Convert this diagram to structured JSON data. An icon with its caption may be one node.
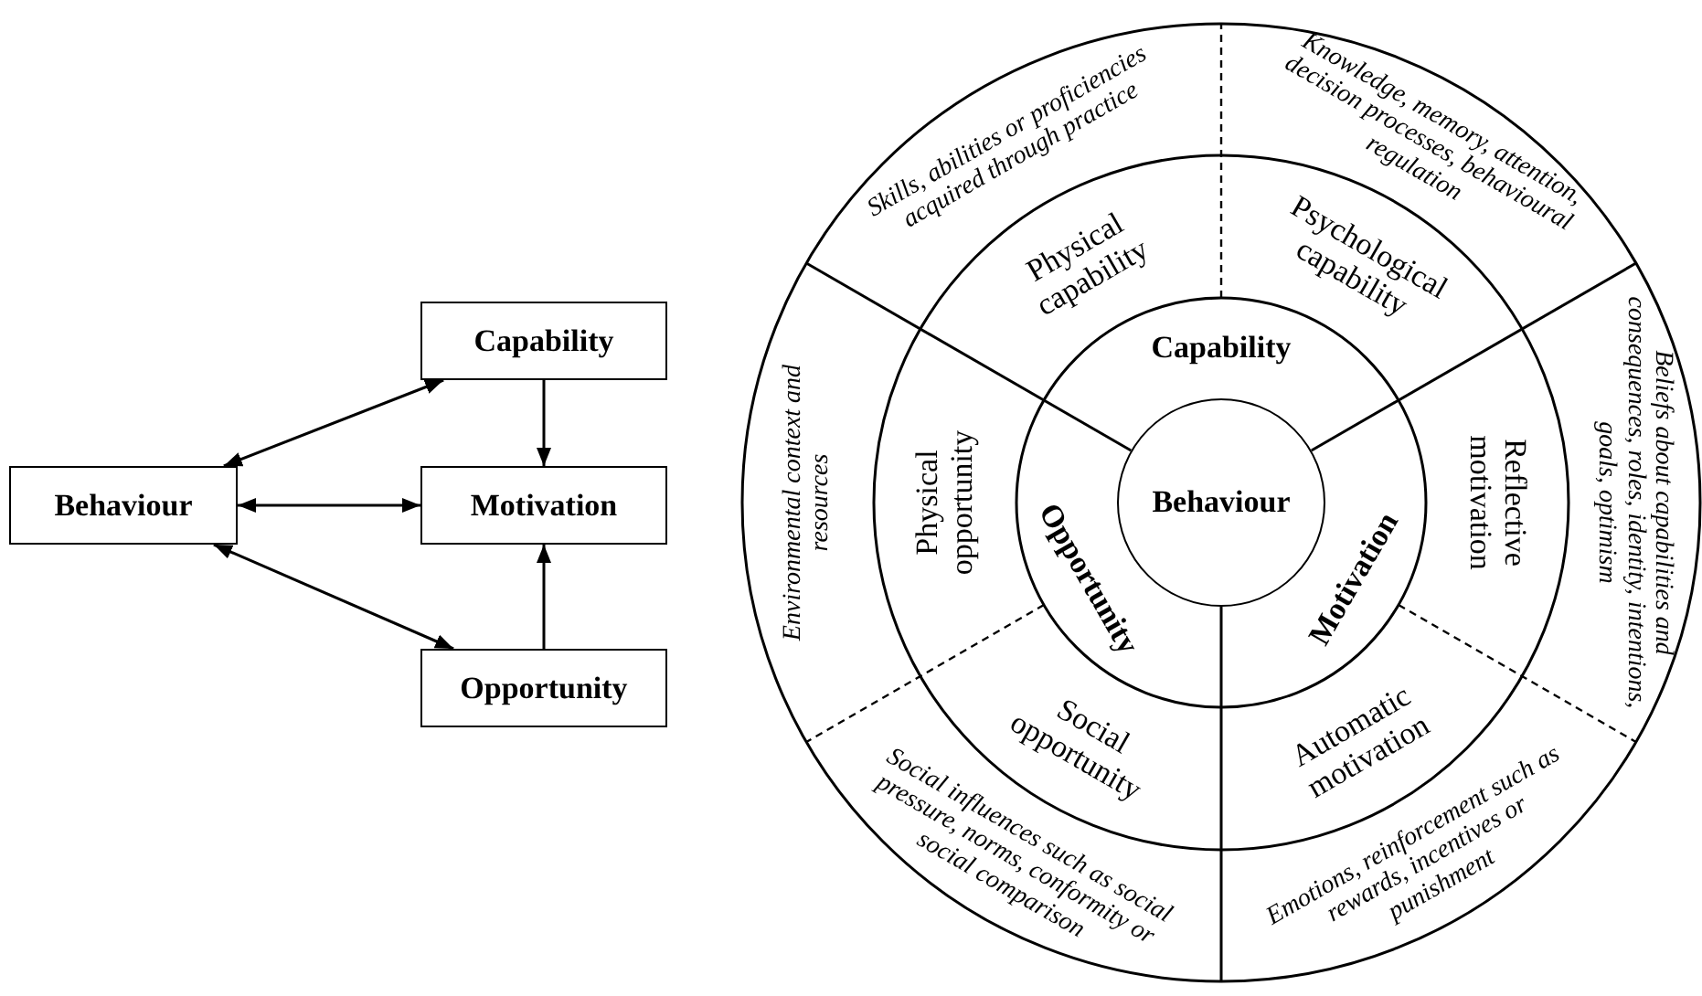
{
  "diagram": {
    "nodes": [
      {
        "text": [
          "Behaviour"
        ]
      },
      {
        "text": [
          "Capability"
        ]
      },
      {
        "text": [
          "Motivation"
        ]
      },
      {
        "text": [
          "Opportunity"
        ]
      },
      {
        "text": [
          "Behaviour"
        ]
      },
      {
        "text": [
          "Capability"
        ]
      },
      {
        "text": [
          "Motivation"
        ]
      },
      {
        "text": [
          "Opportunity"
        ]
      },
      {
        "text": [
          "Physical capability"
        ]
      },
      {
        "text": [
          "Psychological capability"
        ]
      },
      {
        "text": [
          "Reflective motivation"
        ]
      },
      {
        "text": [
          "Automatic motivation"
        ]
      },
      {
        "text": [
          "Social opportunity"
        ]
      },
      {
        "text": [
          "Physical opportunity"
        ]
      },
      {
        "text": [
          "Skills, abilities or proficiencies acquired through practice"
        ]
      },
      {
        "text": [
          "Knowledge, memory, attention, decision processes, behavioural regulation"
        ]
      },
      {
        "text": [
          "Beliefs about capabilities and consequences, roles, identity, intentions, goals, optimism"
        ]
      },
      {
        "text": [
          "Emotions, reinforcement such as rewards, incentives or punishment"
        ]
      },
      {
        "text": [
          "Social influences such as social pressure, norms, conformity or social comparison"
        ]
      },
      {
        "text": [
          "Environmental context and resources"
        ]
      }
    ],
    "edges": [
      {
        "from": 0,
        "to": 1,
        "arrow": "both"
      },
      {
        "from": 0,
        "to": 2,
        "arrow": "both"
      },
      {
        "from": 0,
        "to": 3,
        "arrow": "both"
      },
      {
        "from": 1,
        "to": 2,
        "arrow": "to"
      },
      {
        "from": 3,
        "to": 2,
        "arrow": "to"
      }
    ]
  }
}
